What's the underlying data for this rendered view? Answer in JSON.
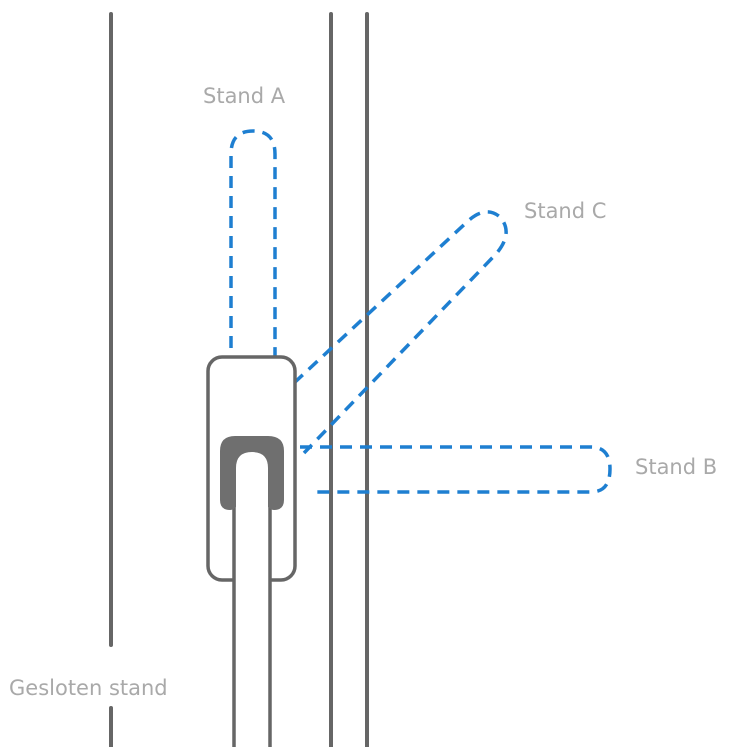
{
  "labels": {
    "stand_a": "Stand A",
    "stand_b": "Stand B",
    "stand_c": "Stand C",
    "closed": "Gesloten stand"
  },
  "colors": {
    "frame": "#666666",
    "handle_fill": "#6f6f6f",
    "dashed": "#1e7fd1",
    "label_text": "#a9a9a9"
  },
  "icons": {
    "handle": "window-handle-icon",
    "rose": "handle-rose-icon"
  }
}
